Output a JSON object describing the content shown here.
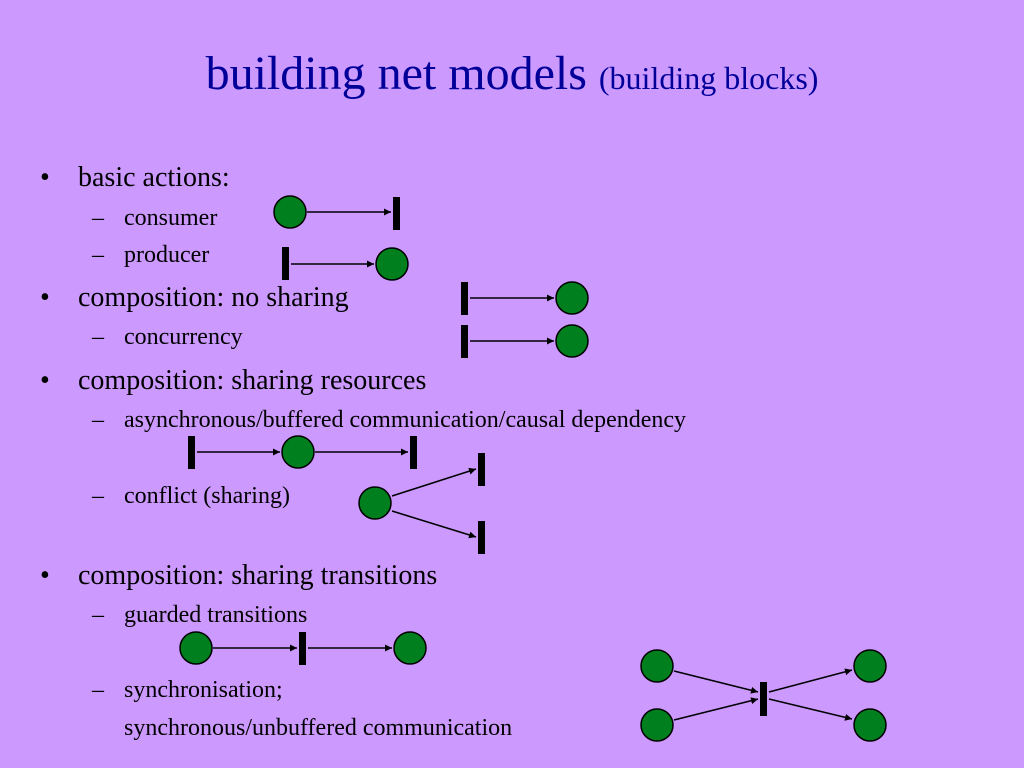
{
  "slide": {
    "title": "building net models",
    "title_sub": "(building blocks)"
  },
  "bullets": {
    "basic_actions": "basic actions:",
    "consumer": "consumer",
    "producer": "producer",
    "composition_no_sharing": "composition: no sharing",
    "concurrency": "concurrency",
    "composition_sharing_resources": "composition: sharing resources",
    "async": "asynchronous/buffered communication/causal dependency",
    "conflict": "conflict (sharing)",
    "composition_sharing_transitions": "composition: sharing transitions",
    "guarded": "guarded transitions",
    "sync1": "synchronisation;",
    "sync2": "synchronous/unbuffered communication"
  },
  "markers": {
    "bullet": "•",
    "dash": "–"
  },
  "colors": {
    "background": "#cc99ff",
    "title": "#000099",
    "place_fill": "#007f1f",
    "transition": "#000000"
  }
}
